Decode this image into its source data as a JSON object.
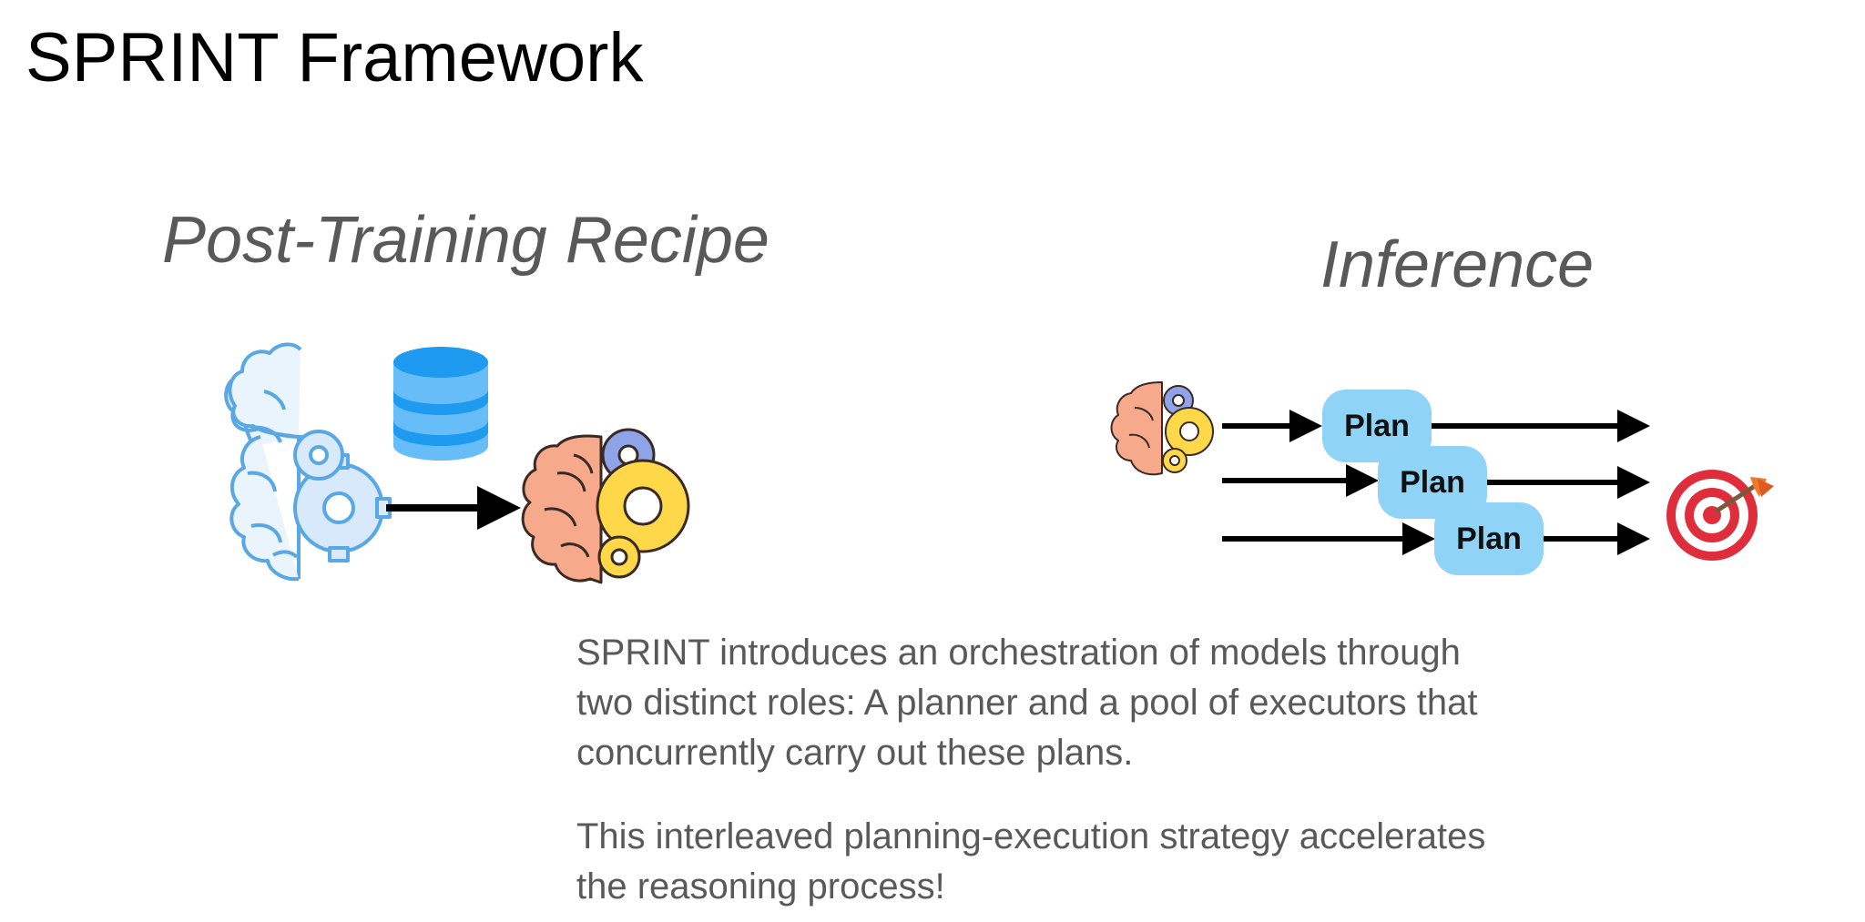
{
  "slide": {
    "title": "SPRINT Framework"
  },
  "sections": {
    "post_training": {
      "heading": "Post-Training Recipe"
    },
    "inference": {
      "heading": "Inference",
      "plans": [
        "Plan",
        "Plan",
        "Plan"
      ]
    }
  },
  "description": {
    "paragraph_1": "SPRINT introduces an orchestration of models through two distinct roles: A planner and a pool of executors that concurrently carry out these plans.",
    "paragraph_2": "This interleaved planning-execution strategy accelerates the reasoning process!"
  },
  "colors": {
    "plan_box": "#8fd3f7",
    "database": "#1e9af0",
    "brain_pink": "#f7a98b",
    "gear_yellow": "#ffd84a",
    "gear_blue": "#8fa4e8",
    "outline_blue": "#5aa7e6",
    "target_red": "#e02d3c",
    "heading_gray": "#595959"
  },
  "icons": [
    "database-icon",
    "brain-gear-outline-icon",
    "brain-gear-color-icon",
    "brain-gear-small-icon",
    "target-icon",
    "arrow-icon"
  ]
}
